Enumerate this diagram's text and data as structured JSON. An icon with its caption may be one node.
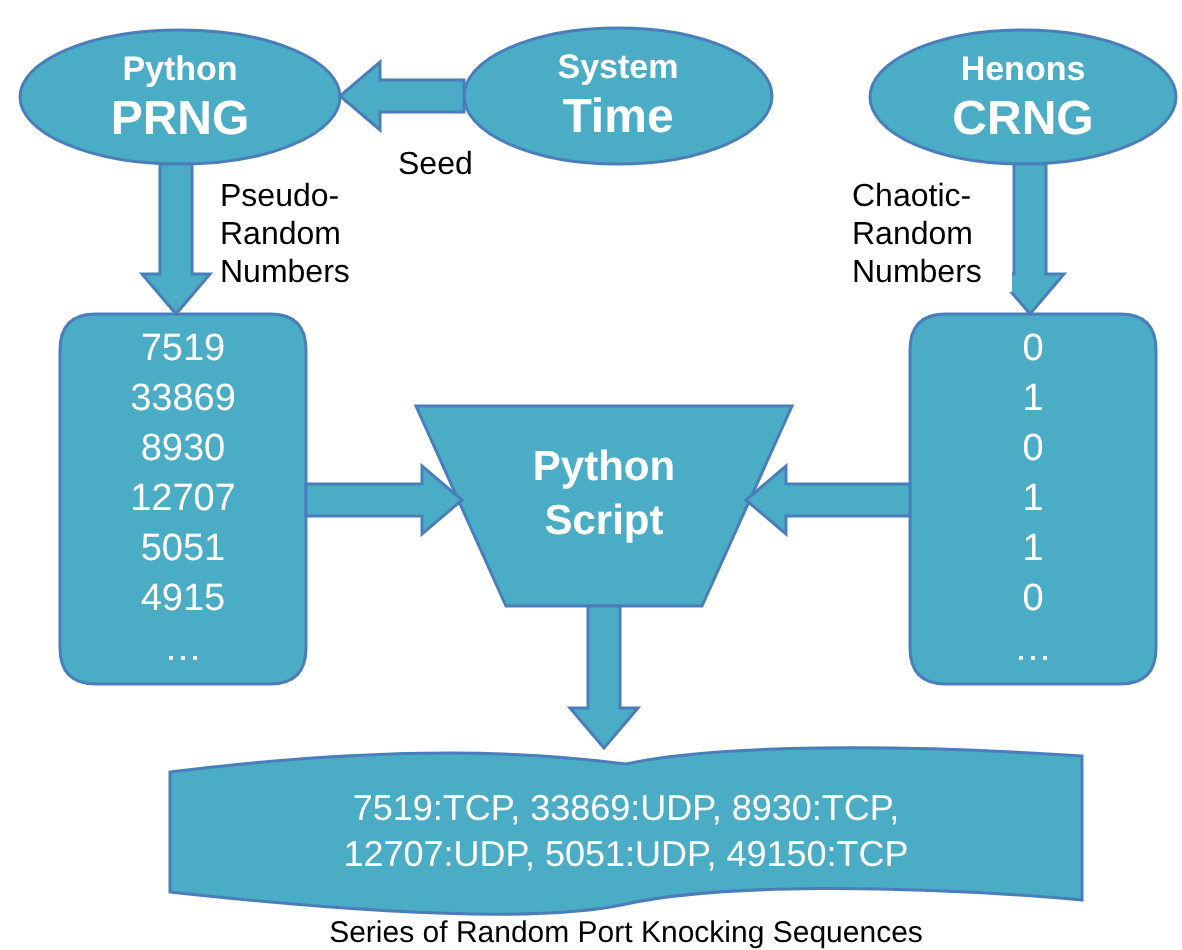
{
  "diagram": {
    "nodes": [
      {
        "text": [
          "Python",
          "PRNG"
        ]
      },
      {
        "text": [
          "System",
          "Time"
        ]
      },
      {
        "text": [
          "Henons",
          "CRNG"
        ]
      },
      {
        "text": [
          "7519",
          "33869",
          "8930",
          "12707",
          "5051",
          "4915",
          "…"
        ]
      },
      {
        "text": [
          "Python Script"
        ]
      },
      {
        "text": [
          "0",
          "1",
          "0",
          "1",
          "1",
          "0",
          "…"
        ]
      },
      {
        "text": [
          "7519:TCP, 33869:UDP, 8930:TCP, 12707:UDP, 5051:UDP, 49150:TCP"
        ],
        "beside": [
          "Series of Random Port Knocking Sequences"
        ]
      }
    ],
    "edges": [
      {
        "from": 1,
        "to": 0,
        "arrow": "to",
        "label": "Seed"
      },
      {
        "from": 0,
        "to": 3,
        "arrow": "to",
        "label": "Pseudo-Random Numbers"
      },
      {
        "from": 2,
        "to": 5,
        "arrow": "to",
        "label": "Chaotic-Random Numbers"
      },
      {
        "from": 3,
        "to": 4,
        "arrow": "to"
      },
      {
        "from": 5,
        "to": 4,
        "arrow": "to"
      },
      {
        "from": 4,
        "to": 6,
        "arrow": "to"
      }
    ]
  }
}
